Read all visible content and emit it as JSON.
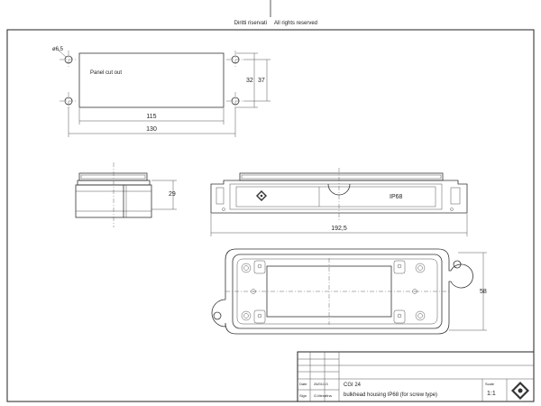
{
  "header": {
    "rights_it": "Diritti riservati",
    "rights_en": "All rights reserved"
  },
  "dimensions": {
    "hole_diameter": "ø6,5",
    "cutout_label": "Panel cut out",
    "height_inner": "32",
    "height_outer": "37",
    "width_inner": "115",
    "width_outer": "130",
    "side_height": "29",
    "front_ip": "IP68",
    "front_length": "192,5",
    "bottom_height": "58"
  },
  "title_block": {
    "date_label": "Date",
    "date_value": "26/01/13",
    "sign_label": "Sign",
    "sign_value": "G.Merafina",
    "product_code": "CGI 24",
    "description": "bulkhead housing IP68  (for screw type)",
    "scale_label": "Scale",
    "scale_value": "1:1"
  },
  "colors": {
    "line": "#333333",
    "background": "#ffffff"
  },
  "icons": {
    "brand_logo": "diamond-logo-icon",
    "front_logo": "diamond-logo-icon"
  }
}
